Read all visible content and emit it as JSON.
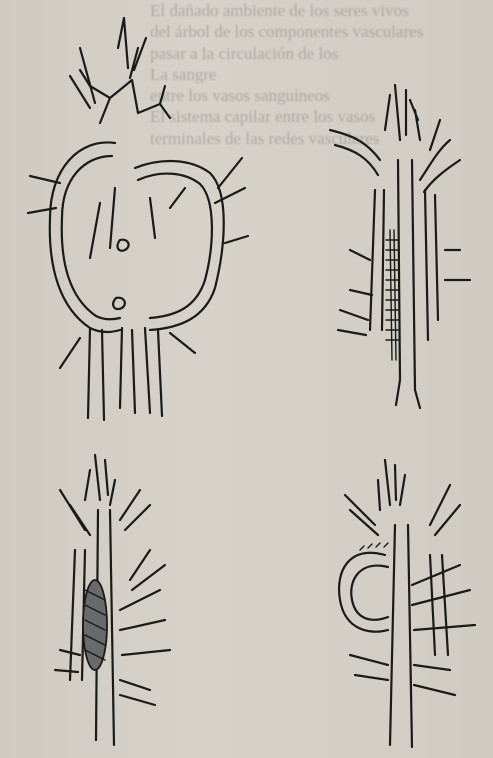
{
  "page": {
    "background_color": "#d2cec6",
    "ink_color": "#1a1a1a"
  },
  "background_text": {
    "lines": [
      "El dañado ambiente de los seres vivos",
      "del árbol de los componentes vasculares",
      "pasar a la circulación de los",
      "",
      "La sangre",
      "",
      "",
      "",
      "",
      "",
      "",
      "",
      "",
      "",
      "",
      "",
      "",
      "",
      "",
      "entre los vasos sanguíneos",
      "El sistema capilar entre los vasos",
      "terminales de las redes vasculares",
      "",
      "",
      "",
      "",
      "",
      "",
      "",
      "",
      "",
      "",
      "",
      "",
      ""
    ]
  },
  "figures": [
    {
      "name": "figure-top-left",
      "description_icon": "vascular-loop-drawing"
    },
    {
      "name": "figure-top-right",
      "description_icon": "vascular-branch-with-thrombus-drawing"
    },
    {
      "name": "figure-bottom-left",
      "description_icon": "vascular-branch-with-hatched-clot-drawing"
    },
    {
      "name": "figure-bottom-right",
      "description_icon": "vascular-branch-with-aneurysm-drawing"
    }
  ]
}
